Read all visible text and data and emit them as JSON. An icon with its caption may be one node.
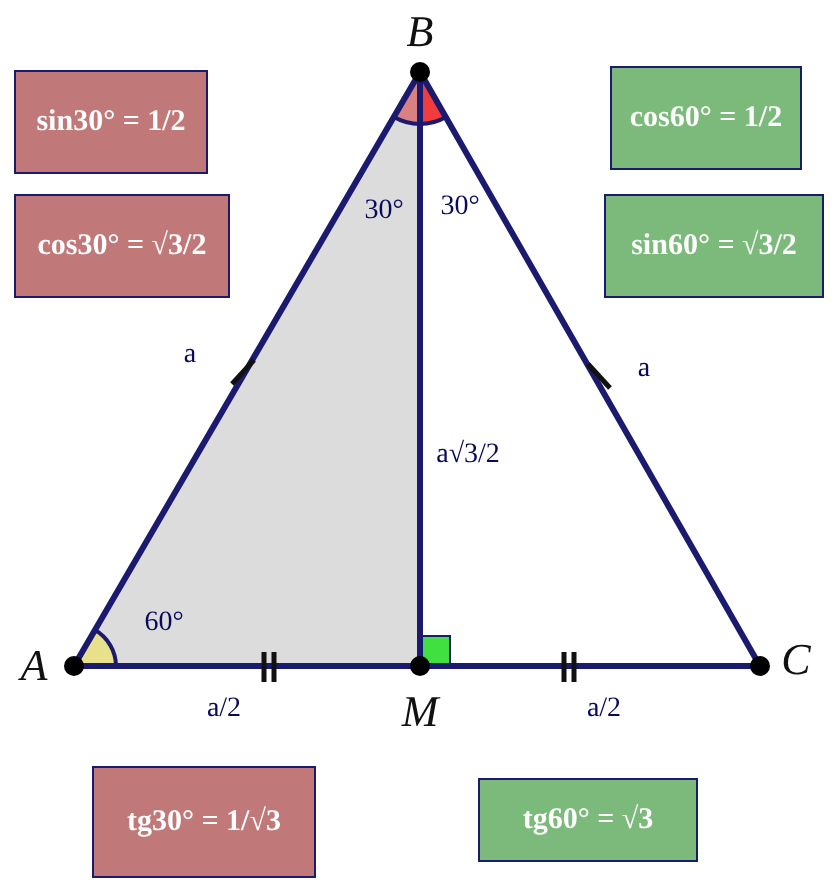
{
  "diagram": {
    "nodes": [
      {
        "text": [
          "sin30° = 1/2"
        ]
      },
      {
        "text": [
          "cos30° = √3/2"
        ]
      },
      {
        "text": [
          "cos60° = 1/2"
        ]
      },
      {
        "text": [
          "sin60° = √3/2"
        ]
      },
      {
        "text": [
          "tg30° = 1/√3"
        ]
      },
      {
        "text": [
          "tg60° = √3"
        ]
      }
    ],
    "labels": [
      "B",
      "30°",
      "30°",
      "a",
      "a",
      "a√3/2",
      "60°",
      "A",
      "M",
      "C",
      "a/2",
      "a/2"
    ]
  }
}
